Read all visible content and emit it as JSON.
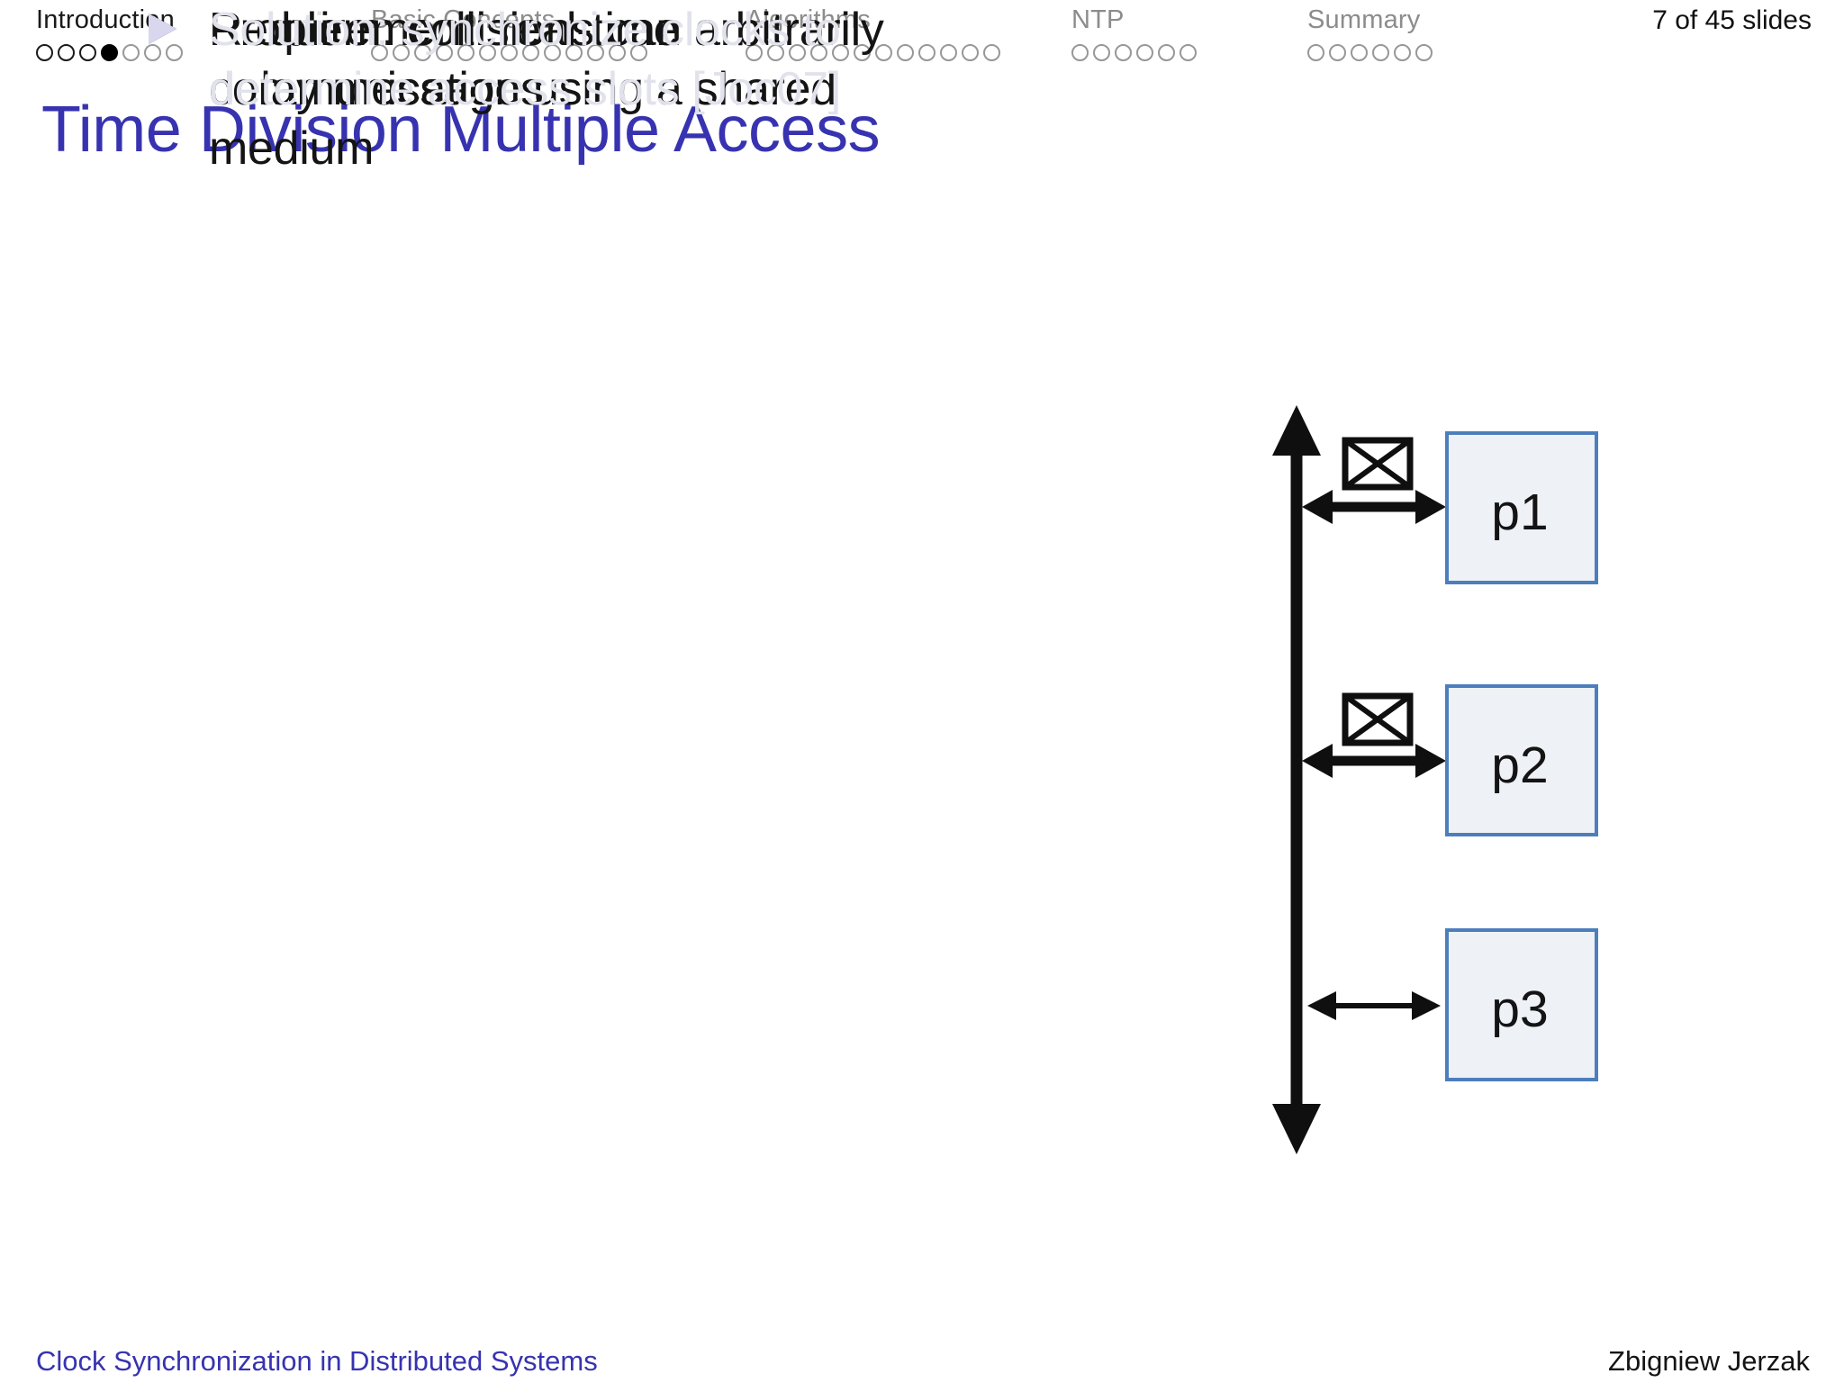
{
  "nav": {
    "sections": [
      {
        "label": "Introduction",
        "active": true,
        "dots": [
          "dark",
          "dark",
          "dark",
          "filled",
          "light",
          "light",
          "light"
        ]
      },
      {
        "label": "Basic Concepts",
        "active": false,
        "dots": [
          "light",
          "light",
          "light",
          "light",
          "light",
          "light",
          "light",
          "light",
          "light",
          "light",
          "light",
          "light",
          "light"
        ]
      },
      {
        "label": "Algorithms",
        "active": false,
        "dots": [
          "light",
          "light",
          "light",
          "light",
          "light",
          "light",
          "light",
          "light",
          "light",
          "light",
          "light",
          "light"
        ]
      },
      {
        "label": "NTP",
        "active": false,
        "dots": [
          "light",
          "light",
          "light",
          "light",
          "light",
          "light"
        ]
      },
      {
        "label": "Summary",
        "active": false,
        "dots": [
          "light",
          "light",
          "light",
          "light",
          "light",
          "light"
        ]
      }
    ],
    "slide_counter": "7 of 45 slides"
  },
  "title": "Time Division Multiple Access",
  "bullets": {
    "items": [
      {
        "text": "Requirement: real-time\ncommunication using a shared\nmedium",
        "dimmed": false
      },
      {
        "text": "Problem: collisions can arbitrarily\ndelay messages",
        "dimmed": false
      },
      {
        "text": "Solution: synchronize clocks to\ndetermine access slots [Joc07]",
        "dimmed": true
      }
    ]
  },
  "diagram": {
    "timeline": {
      "orientation": "vertical",
      "double_headed": true
    },
    "processes": [
      {
        "label": "p1",
        "message_envelope": true,
        "arrow": "thick"
      },
      {
        "label": "p2",
        "message_envelope": true,
        "arrow": "thick"
      },
      {
        "label": "p3",
        "message_envelope": false,
        "arrow": "thin"
      }
    ]
  },
  "footer": {
    "left": "Clock Synchronization in Distributed Systems",
    "right": "Zbigniew Jerzak"
  },
  "colors": {
    "accent_indigo": "#3733b0",
    "nav_active": "#1a1a1a",
    "nav_inactive": "#8c8c8c",
    "dimmed_text": "#e2e2ec",
    "box_fill": "#eef1f6",
    "box_border": "#4d7ebc",
    "diagram_black": "#0f0f0f"
  }
}
